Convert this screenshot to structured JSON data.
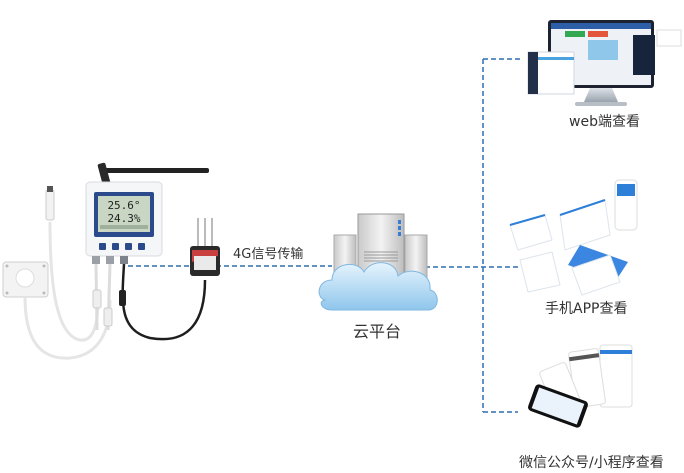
{
  "device": {
    "reading_temperature": "25.6",
    "reading_temperature_unit": "°",
    "reading_humidity": "24.3",
    "reading_humidity_unit": "%"
  },
  "links": {
    "transmission_label": "4G信号传输"
  },
  "cloud": {
    "label": "云平台"
  },
  "endpoints": [
    {
      "label": "web端查看"
    },
    {
      "label": "手机APP查看"
    },
    {
      "label": "微信公众号/小程序查看"
    }
  ],
  "colors": {
    "dash_line": "#2f6fb0",
    "screen_blue": "#2b4a8c",
    "lcd": "#c9d6c4",
    "cloud": "#bfe0f7"
  }
}
